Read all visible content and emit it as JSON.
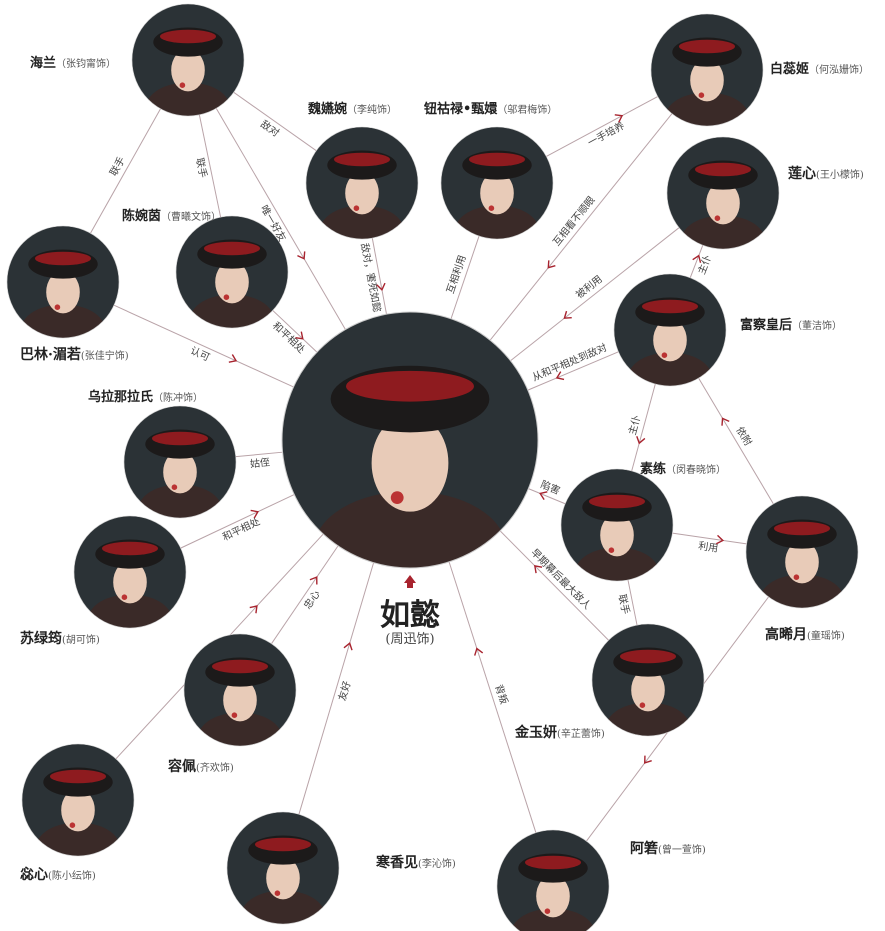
{
  "center": {
    "id": "ruyi",
    "name": "如懿",
    "actor": "(周迅饰)"
  },
  "colors": {
    "line": "#b9a3a8",
    "arrow": "#a8232e",
    "portrait_bg": "#2b3236",
    "hat": "#1c1a1a",
    "hat_red": "#8e1b1f",
    "skin": "#e8cbb8"
  },
  "nodes": [
    {
      "id": "hailan",
      "name": "海兰",
      "actor": "（张钧甯饰）",
      "style": "sans"
    },
    {
      "id": "weisiwan",
      "name": "魏嬿婉",
      "actor": "（李纯饰）",
      "style": "sans"
    },
    {
      "id": "zhenhuan",
      "name": "钮祜禄•甄嬛",
      "actor": "（邬君梅饰）",
      "style": "sans"
    },
    {
      "id": "baiyueji",
      "name": "白蕊姬",
      "actor": "（何泓姗饰）",
      "style": "sans"
    },
    {
      "id": "lianxin",
      "name": "莲心",
      "actor": "(王小檬饰)",
      "style": "serif"
    },
    {
      "id": "chenwanyin",
      "name": "陈婉茵",
      "actor": "（曹曦文饰）",
      "style": "sans"
    },
    {
      "id": "balin",
      "name": "巴林·湄若",
      "actor": "(张佳宁饰)",
      "style": "serif"
    },
    {
      "id": "fucha",
      "name": "富察皇后",
      "actor": "（董洁饰）",
      "style": "sans"
    },
    {
      "id": "wulanara",
      "name": "乌拉那拉氏",
      "actor": "（陈冲饰）",
      "style": "sans"
    },
    {
      "id": "sulian",
      "name": "素练",
      "actor": "（闵春晓饰）",
      "style": "sans"
    },
    {
      "id": "gaoxiyue",
      "name": "高晞月",
      "actor": "(童瑶饰)",
      "style": "serif"
    },
    {
      "id": "sulvyun",
      "name": "苏绿筠",
      "actor": "(胡可饰)",
      "style": "serif"
    },
    {
      "id": "rongpei",
      "name": "容佩",
      "actor": "(齐欢饰)",
      "style": "serif"
    },
    {
      "id": "jinyuyan",
      "name": "金玉妍",
      "actor": "(辛芷蕾饰)",
      "style": "serif"
    },
    {
      "id": "huixin",
      "name": "惢心",
      "actor": "(陈小纭饰)",
      "style": "serif"
    },
    {
      "id": "hanxiangjian",
      "name": "寒香见",
      "actor": "(李沁饰)",
      "style": "serif"
    },
    {
      "id": "ajian",
      "name": "阿箬",
      "actor": "(曾一萱饰)",
      "style": "serif"
    }
  ],
  "edges": [
    {
      "from": "hailan",
      "to": "balin",
      "label": "联手"
    },
    {
      "from": "hailan",
      "to": "chenwanyin",
      "label": "联手"
    },
    {
      "from": "hailan",
      "to": "weisiwan",
      "label": "敌对"
    },
    {
      "from": "hailan",
      "to": "ruyi",
      "label": "唯一好友",
      "arrow": true
    },
    {
      "from": "weisiwan",
      "to": "ruyi",
      "label": "敌对，害死如懿",
      "arrow": true
    },
    {
      "from": "chenwanyin",
      "to": "ruyi",
      "label": "和平相处",
      "arrow": true
    },
    {
      "from": "balin",
      "to": "ruyi",
      "label": "认可",
      "arrow": true
    },
    {
      "from": "zhenhuan",
      "to": "baiyueji",
      "label": "一手培养",
      "arrow": true
    },
    {
      "from": "zhenhuan",
      "to": "ruyi",
      "label": "互相利用"
    },
    {
      "from": "baiyueji",
      "to": "ruyi",
      "label": "互相看不顺眼",
      "arrow": true
    },
    {
      "from": "lianxin",
      "to": "ruyi",
      "label": "被利用",
      "arrow": true
    },
    {
      "from": "fucha",
      "to": "lianxin",
      "label": "主仆",
      "arrow": true
    },
    {
      "from": "fucha",
      "to": "ruyi",
      "label": "从和平相处到敌对",
      "arrow": true
    },
    {
      "from": "fucha",
      "to": "sulian",
      "label": "主仆",
      "arrow": true
    },
    {
      "from": "gaoxiyue",
      "to": "fucha",
      "label": "依附",
      "arrow": true
    },
    {
      "from": "sulian",
      "to": "ruyi",
      "label": "陷害",
      "arrow": true
    },
    {
      "from": "sulian",
      "to": "gaoxiyue",
      "label": "利用",
      "arrow": true
    },
    {
      "from": "sulian",
      "to": "jinyuyan",
      "label": "联手"
    },
    {
      "from": "jinyuyan",
      "to": "ruyi",
      "label": "早期幕后最大敌人",
      "arrow": true
    },
    {
      "from": "ajian",
      "to": "ruyi",
      "label": "背叛",
      "arrow": true
    },
    {
      "from": "gaoxiyue",
      "to": "ajian",
      "label": "教唆",
      "arrow": true
    },
    {
      "from": "wulanara",
      "to": "ruyi",
      "label": "姑侄"
    },
    {
      "from": "sulvyun",
      "to": "ruyi",
      "label": "和平相处",
      "arrow": true
    },
    {
      "from": "huixin",
      "to": "ruyi",
      "label": "忠心",
      "arrow": true
    },
    {
      "from": "rongpei",
      "to": "ruyi",
      "label": "忠心",
      "arrow": true
    },
    {
      "from": "hanxiangjian",
      "to": "ruyi",
      "label": "友好",
      "arrow": true
    }
  ]
}
